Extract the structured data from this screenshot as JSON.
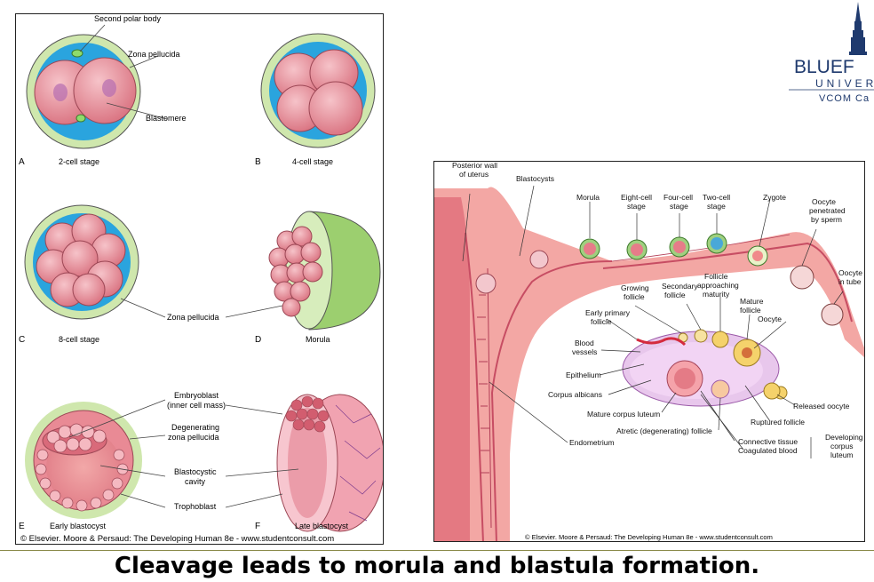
{
  "left_figure": {
    "labels": {
      "second_polar_body": "Second polar body",
      "zona_pellucida_a": "Zona pellucida",
      "blastomere": "Blastomere",
      "zona_pellucida_c": "Zona pellucida",
      "embryoblast": "Embryoblast",
      "inner_cell_mass": "(inner cell mass)",
      "degenerating": "Degenerating",
      "zona_pellucida_e": "zona pellucida",
      "blastocystic": "Blastocystic",
      "cavity": "cavity",
      "trophoblast": "Trophoblast"
    },
    "panels": {
      "a_letter": "A",
      "a_caption": "2-cell stage",
      "b_letter": "B",
      "b_caption": "4-cell stage",
      "c_letter": "C",
      "c_caption": "8-cell stage",
      "d_letter": "D",
      "d_caption": "Morula",
      "e_letter": "E",
      "e_caption": "Early blastocyst",
      "f_letter": "F",
      "f_caption": "Late blastocyst"
    },
    "copyright": "© Elsevier. Moore & Persaud: The Developing Human 8e - www.studentconsult.com"
  },
  "right_figure": {
    "labels": {
      "posterior_wall_1": "Posterior wall",
      "posterior_wall_2": "of uterus",
      "blastocysts": "Blastocysts",
      "morula": "Morula",
      "eight_cell_1": "Eight-cell",
      "eight_cell_2": "stage",
      "four_cell_1": "Four-cell",
      "four_cell_2": "stage",
      "two_cell_1": "Two-cell",
      "two_cell_2": "stage",
      "zygote": "Zygote",
      "oocyte_pen_1": "Oocyte",
      "oocyte_pen_2": "penetrated",
      "oocyte_pen_3": "by sperm",
      "oocyte_tube_1": "Oocyte",
      "oocyte_tube_2": "in tube",
      "growing_1": "Growing",
      "growing_2": "follicle",
      "secondary_1": "Secondary",
      "secondary_2": "follicle",
      "approach_1": "Follicle",
      "approach_2": "approaching",
      "approach_3": "maturity",
      "mature_1": "Mature",
      "mature_2": "follicle",
      "oocyte": "Oocyte",
      "early_primary_1": "Early primary",
      "early_primary_2": "follicle",
      "blood_1": "Blood",
      "blood_2": "vessels",
      "epithelium": "Epithelium",
      "corpus_albicans": "Corpus albicans",
      "mature_corpus_luteum": "Mature corpus luteum",
      "atretic": "Atretic (degenerating) follicle",
      "connective_tissue": "Connective tissue",
      "coagulated_blood": "Coagulated blood",
      "developing_1": "Developing",
      "developing_2": "corpus",
      "developing_3": "luteum",
      "ruptured_follicle": "Ruptured follicle",
      "released_oocyte": "Released oocyte",
      "endometrium": "Endometrium"
    },
    "copyright": "© Elsevier. Moore & Persaud: The Developing Human 8e - www.studentconsult.com"
  },
  "logo": {
    "line1": "BLUEF",
    "line2": "UNIVER",
    "line3": "VCOM Ca"
  },
  "caption": "Cleavage leads to morula and blastula formation."
}
